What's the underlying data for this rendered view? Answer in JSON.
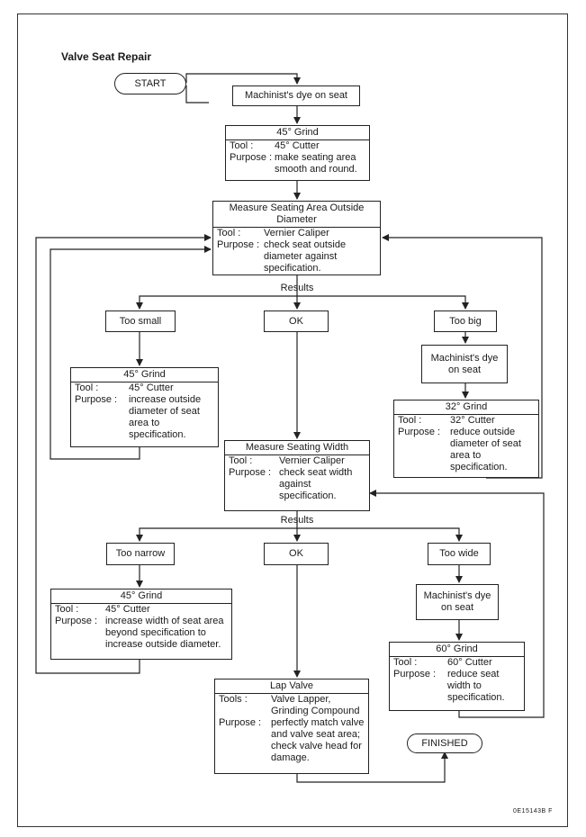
{
  "title": "Valve Seat Repair",
  "footer": "0E15143B F",
  "start": "START",
  "finished": "FINISHED",
  "results_label_1": "Results",
  "results_label_2": "Results",
  "dye1": "Machinist's dye on seat",
  "grind45_top": {
    "title": "45° Grind",
    "tool_key": "Tool :",
    "tool_val": "45° Cutter",
    "purpose_key": "Purpose :",
    "purpose_val": "make seating area smooth and round."
  },
  "measure_od": {
    "title": "Measure Seating Area Outside Diameter",
    "tool_key": "Tool :",
    "tool_val": "Vernier Caliper",
    "purpose_key": "Purpose :",
    "purpose_val": "check seat outside diameter against specification."
  },
  "too_small": "Too small",
  "ok1": "OK",
  "too_big": "Too big",
  "grind45_small": {
    "title": "45° Grind",
    "tool_key": "Tool :",
    "tool_val": "45° Cutter",
    "purpose_key": "Purpose :",
    "purpose_val": "increase outside diameter of seat area to specification."
  },
  "dye2": "Machinist's dye on seat",
  "grind32": {
    "title": "32° Grind",
    "tool_key": "Tool :",
    "tool_val": "32° Cutter",
    "purpose_key": "Purpose :",
    "purpose_val": "reduce outside diameter of seat area to specification."
  },
  "measure_width": {
    "title": "Measure Seating Width",
    "tool_key": "Tool :",
    "tool_val": "Vernier Caliper",
    "purpose_key": "Purpose :",
    "purpose_val": "check seat width against specification."
  },
  "too_narrow": "Too narrow",
  "ok2": "OK",
  "too_wide": "Too wide",
  "grind45_narrow": {
    "title": "45° Grind",
    "tool_key": "Tool :",
    "tool_val": "45° Cutter",
    "purpose_key": "Purpose :",
    "purpose_val": "increase width of seat area beyond specification to increase outside diameter."
  },
  "dye3": "Machinist's dye on seat",
  "grind60": {
    "title": "60° Grind",
    "tool_key": "Tool :",
    "tool_val": "60° Cutter",
    "purpose_key": "Purpose :",
    "purpose_val": "reduce seat width to specification."
  },
  "lap": {
    "title": "Lap Valve",
    "tool_key": "Tools :",
    "tool_val": "Valve Lapper, Grinding Compound",
    "purpose_key": "Purpose :",
    "purpose_val": "perfectly match valve and valve seat area; check valve head for damage."
  }
}
